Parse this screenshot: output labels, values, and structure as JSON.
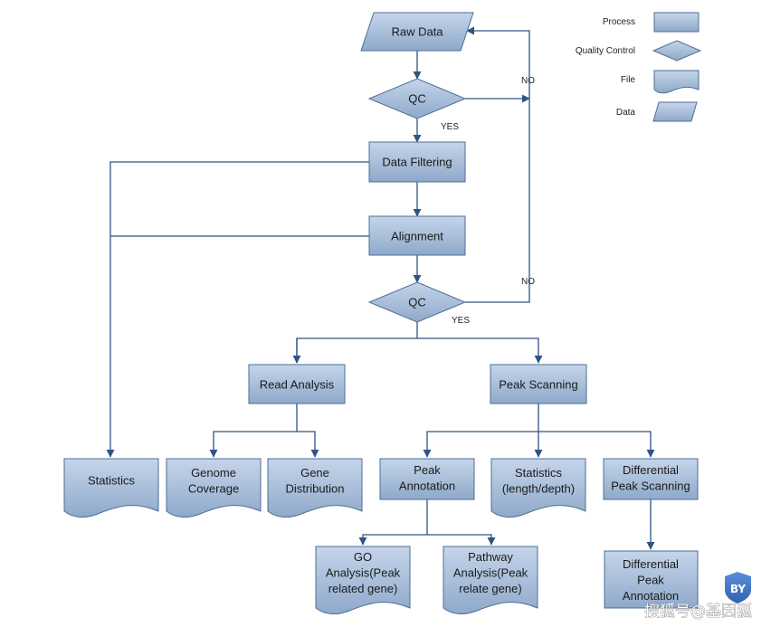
{
  "colors": {
    "shape_top": "#c5d5ea",
    "shape_bottom": "#8fa9ca",
    "shape_stroke": "#4d6f95",
    "edge": "#2e5584"
  },
  "nodes": {
    "raw_data": [
      "Raw Data"
    ],
    "qc1": [
      "QC"
    ],
    "data_filtering": [
      "Data Filtering"
    ],
    "alignment": [
      "Alignment"
    ],
    "qc2": [
      "QC"
    ],
    "read_analysis": [
      "Read Analysis"
    ],
    "peak_scanning": [
      "Peak Scanning"
    ],
    "statistics": [
      "Statistics"
    ],
    "genome_coverage": [
      "Genome",
      "Coverage"
    ],
    "gene_distribution": [
      "Gene",
      "Distribution"
    ],
    "peak_annotation": [
      "Peak",
      "Annotation"
    ],
    "statistics_ld": [
      "Statistics",
      "(length/depth)"
    ],
    "differential_peak_scanning": [
      "Differential",
      "Peak Scanning"
    ],
    "go_analysis": [
      "GO",
      "Analysis(Peak",
      "related gene)"
    ],
    "pathway_analysis": [
      "Pathway",
      "Analysis(Peak",
      "relate gene)"
    ],
    "differential_peak_annotation": [
      "Differential",
      "Peak",
      "Annotation"
    ]
  },
  "edge_labels": {
    "qc1_no": "NO",
    "qc1_yes": "YES",
    "qc2_no": "NO",
    "qc2_yes": "YES"
  },
  "legend": [
    {
      "label": "Process",
      "shape": "process"
    },
    {
      "label": "Quality Control",
      "shape": "decision"
    },
    {
      "label": "File",
      "shape": "document"
    },
    {
      "label": "Data",
      "shape": "data"
    }
  ],
  "watermark": {
    "badge": "BY",
    "text": "搜狐号@基因狐"
  }
}
